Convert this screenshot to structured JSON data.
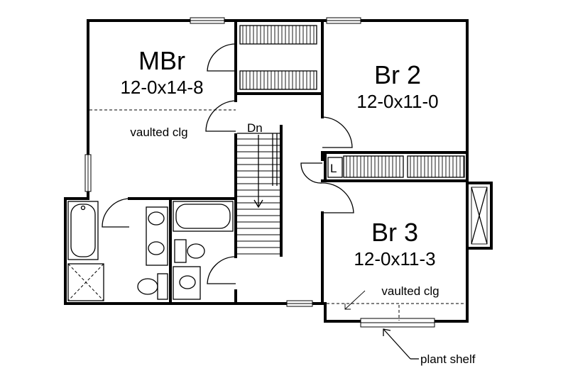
{
  "rooms": {
    "master": {
      "name": "MBr",
      "size": "12-0x14-8",
      "note": "vaulted clg"
    },
    "bedroom2": {
      "name": "Br 2",
      "size": "12-0x11-0"
    },
    "bedroom3": {
      "name": "Br 3",
      "size": "12-0x11-3",
      "note": "vaulted clg"
    }
  },
  "labels": {
    "stair": "Dn",
    "linen": "L",
    "plant_shelf": "plant shelf"
  }
}
